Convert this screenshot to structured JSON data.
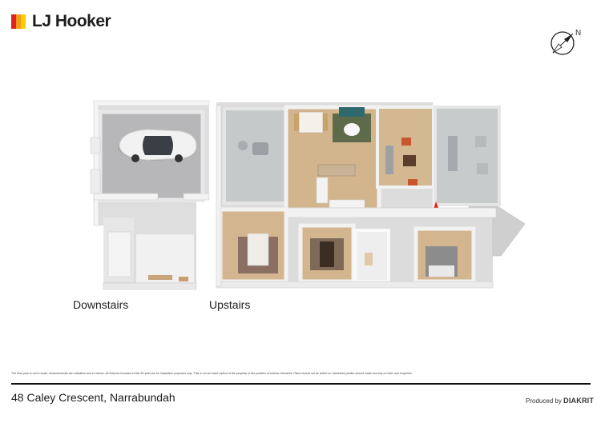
{
  "brand": {
    "name": "LJ Hooker",
    "colors": {
      "red": "#e2231a",
      "orange": "#f59a1b",
      "yellow": "#ffcc00",
      "text": "#1c1c1c"
    }
  },
  "compass": {
    "label": "N",
    "icon": "compass-icon"
  },
  "floorplan": {
    "levels": [
      {
        "label": "Downstairs"
      },
      {
        "label": "Upstairs"
      }
    ]
  },
  "disclaimer": "The floor plan is not to scale; measurements are indicative and in metres. All features included in this 3D plan are for inspiration purposes only. This is not an exact replica of the property or the position of exterior elements. Plans should not be relied on. Interested parties should make and rely on their own enquiries.",
  "footer": {
    "address": "48 Caley Crescent, Narrabundah",
    "produced_by": "Produced by",
    "producer": "DIAKRIT"
  }
}
